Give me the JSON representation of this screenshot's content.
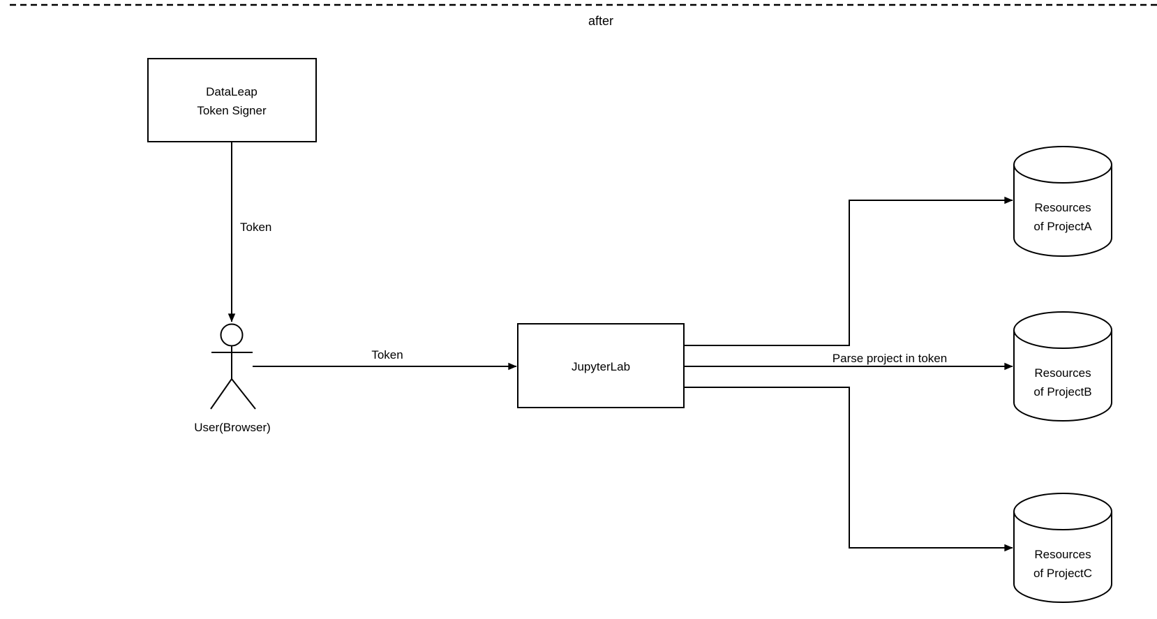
{
  "colors": {
    "background": "#ffffff",
    "line": "#000000",
    "text": "#000000"
  },
  "phase_divider": {
    "label": "after"
  },
  "nodes": {
    "token_signer": {
      "line1": "DataLeap",
      "line2": "Token Signer"
    },
    "user": {
      "label": "User(Browser)"
    },
    "jupyterlab": {
      "label": "JupyterLab"
    },
    "project_a": {
      "line1": "Resources",
      "line2": "of ProjectA"
    },
    "project_b": {
      "line1": "Resources",
      "line2": "of ProjectB"
    },
    "project_c": {
      "line1": "Resources",
      "line2": "of ProjectC"
    }
  },
  "edges": {
    "signer_to_user": {
      "label": "Token"
    },
    "user_to_jupyterlab": {
      "label": "Token"
    },
    "jupyterlab_to_project_b": {
      "label": "Parse project in token"
    }
  }
}
